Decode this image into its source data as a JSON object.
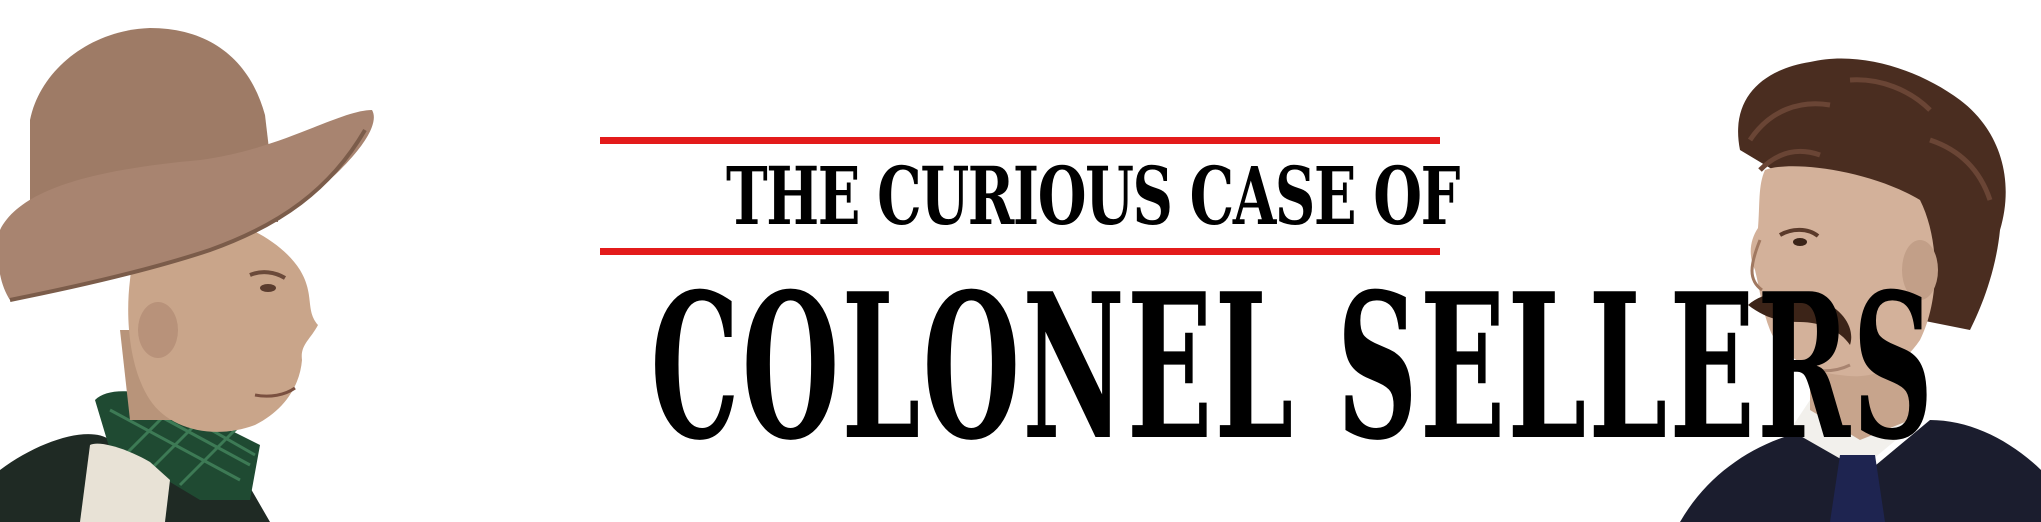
{
  "banner": {
    "subtitle": "THE CURIOUS CASE OF",
    "title": "COLONEL SELLERS",
    "rule_color": "#e31b1b",
    "text_color": "#000000"
  },
  "portraits": {
    "left": {
      "icon": "man-in-wide-brim-hat-portrait"
    },
    "right": {
      "icon": "man-with-mustache-portrait"
    }
  }
}
